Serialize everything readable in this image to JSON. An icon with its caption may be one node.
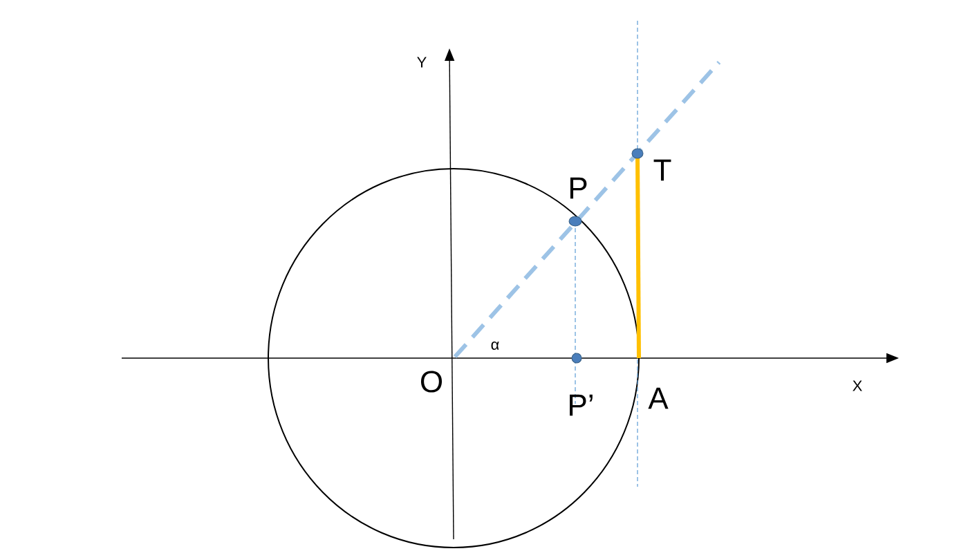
{
  "diagram": {
    "labels": [
      "Y",
      "T",
      "P",
      "α",
      "O",
      "P’",
      "A",
      "X"
    ]
  }
}
